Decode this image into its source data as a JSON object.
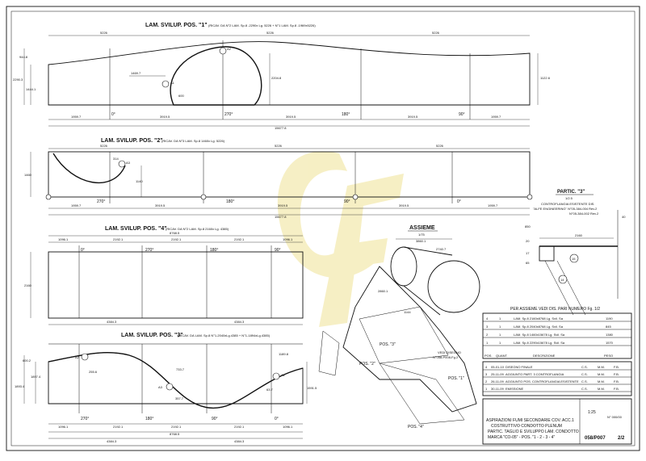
{
  "watermark": {
    "color": "#e6d25a"
  },
  "pos1": {
    "title": "LAM. SVILUP. POS. \"1\"",
    "note": "(RICAV. DA N°2 LAM. Sp.8 -2290x Lg. 5226 + N°1 LAM. Sp.8 -1969x5226)",
    "top_dims": [
      "5226",
      "5226",
      "5226"
    ],
    "left_dims": [
      "944.8",
      "2290.3",
      "1444.1"
    ],
    "right_dim": "1122.6",
    "inner_dims": [
      "1469.7",
      "2204.8",
      "600"
    ],
    "angles": [
      "0°",
      "270°",
      "180°",
      "90°"
    ],
    "bottom_dims": [
      "1959.7",
      "3919.5",
      "3919.5",
      "3919.5",
      "1959.7"
    ],
    "total": "15677.8",
    "markers": [
      "A1",
      "A2"
    ]
  },
  "pos2": {
    "title": "LAM. SVILUP. POS. \"2\"",
    "note": "(RICAV. DA N°3 LAM. Sp.8 1460x Lg. 5226)",
    "top_dims": [
      "5226",
      "5226",
      "5226"
    ],
    "left_dim": "1460",
    "inner_dims": [
      "314",
      "1140"
    ],
    "angles": [
      "270°",
      "180°",
      "90°",
      "0°"
    ],
    "bottom_dims": [
      "1959.7",
      "3919.5",
      "3919.5",
      "3919.5",
      "1959.7"
    ],
    "total": "15677.8",
    "markers": [
      "A3"
    ]
  },
  "pos4": {
    "title": "LAM. SVILUP. POS. \"4\"",
    "note": "(RICAV. DA N°2 LAM. Sp.8 2160x Lg. 4385)",
    "total": "8768.5",
    "sub_dims": [
      "1096.1",
      "2192.1",
      "2192.1",
      "2192.1",
      "1096.1"
    ],
    "left_dim": "2160",
    "angles": [
      "0°",
      "270°",
      "180°",
      "90°"
    ],
    "bottom_dims": [
      "4384.3",
      "4384.3"
    ]
  },
  "pos3": {
    "title": "LAM. SVILUP. POS. \"3\"",
    "note": "(RICAV. DA LAM. Sp.8 N°1-2040xLg.4385 + N°1-1894xLg.4385)",
    "left_dims": [
      "600.2",
      "1897.4",
      "1893.4"
    ],
    "right_dims": [
      "1189.8",
      "1591.5"
    ],
    "inner_dims": [
      "255.6",
      "733.7",
      "357.7",
      "63.7"
    ],
    "markers": [
      "A2",
      "A3",
      "A1"
    ],
    "angles": [
      "270°",
      "180°",
      "90°",
      "0°"
    ],
    "sub_dims": [
      "1096.1",
      "2192.1",
      "2192.1",
      "2192.1",
      "1096.1"
    ],
    "total": "8768.5",
    "bottom_dims": [
      "4384.3",
      "4384.3"
    ]
  },
  "partic": {
    "title": "PARTIC. \"3\"",
    "scale": "1/2.5",
    "ref_title": "CONTROFLANGIA ESISTENTE DIS.",
    "ref_lines": [
      "\"ALFE ENGINEERING\" N°05-384-004 Rev.2",
      "N°05-384-002 Rev.2"
    ],
    "dims": [
      "2160",
      "20",
      "17",
      "65",
      "850",
      "40"
    ],
    "balloons": [
      "15",
      "14"
    ]
  },
  "assieme": {
    "title": "ASSIEME",
    "scale": "1/75",
    "dims": [
      "3860.1",
      "2740.7",
      "2860.1",
      "1144"
    ],
    "views": [
      "POS. \"3\"",
      "POS. \"1\"",
      "POS. \"2\"",
      "POS. \"4\""
    ],
    "vedi_label": "VEDI DISEGNO",
    "vedi_ref": "N°058-P008-Fg.2"
  },
  "parts": {
    "caption": "PER ASSIEME VEDI DIS. PARI NUMERO Fg. 1/2",
    "rows": [
      {
        "pos": "4",
        "qty": "1",
        "desc": "LAM. Sp.8 2160x8768 Lg. Svil. Sa",
        "weight": "1190"
      },
      {
        "pos": "3",
        "qty": "1",
        "desc": "LAM. Sp.8 2040x8768 Lg. Svil. Sa",
        "weight": "845"
      },
      {
        "pos": "2",
        "qty": "1",
        "desc": "LAM. Sp.8 1460x15678 Lg. Svil. Sa",
        "weight": "1380"
      },
      {
        "pos": "1",
        "qty": "1",
        "desc": "LAM. Sp.8 2290x15678 Lg. Svil. Sa",
        "weight": "1570"
      }
    ],
    "header": [
      "POS.",
      "QUANT.",
      "DESCRIZIONE",
      "PESO"
    ]
  },
  "revisions": [
    {
      "rev": "4",
      "date": "05-01-10",
      "desc": "DISEGNO FINALE",
      "by": "C.S.",
      "chk": "M.M.",
      "app": "F.B."
    },
    {
      "rev": "3",
      "date": "25-11-09",
      "desc": "AGGIUNTO PART. 3 CONTROFLANGIA",
      "by": "C.S.",
      "chk": "M.M.",
      "app": "F.B."
    },
    {
      "rev": "2",
      "date": "26-11-09",
      "desc": "AGGIUNTO POS. CONTROFLANGIA ESISTENTE",
      "by": "C.S.",
      "chk": "M.M.",
      "app": "F.B."
    },
    {
      "rev": "1",
      "date": "30-11-09",
      "desc": "EMISSIONE",
      "by": "C.S.",
      "chk": "M.M.",
      "app": "F.B."
    }
  ],
  "title_block": {
    "line1": "ASPIRAZIONI FUMI SECONDARIE COV. ACC.1",
    "line2": "COSTRUTTIVO CONDOTTO PLENUM",
    "line3": "PARTIC. TAGLIO E SVILUPPO LAM. CONDOTTO",
    "line4": "MARCA \"CO-05\" - POS. \"1 - 2 - 3 - 4\"",
    "scale": "1:25",
    "number_label": "N° 000/00",
    "drawing_no": "058/P007",
    "sheet": "2/2"
  }
}
